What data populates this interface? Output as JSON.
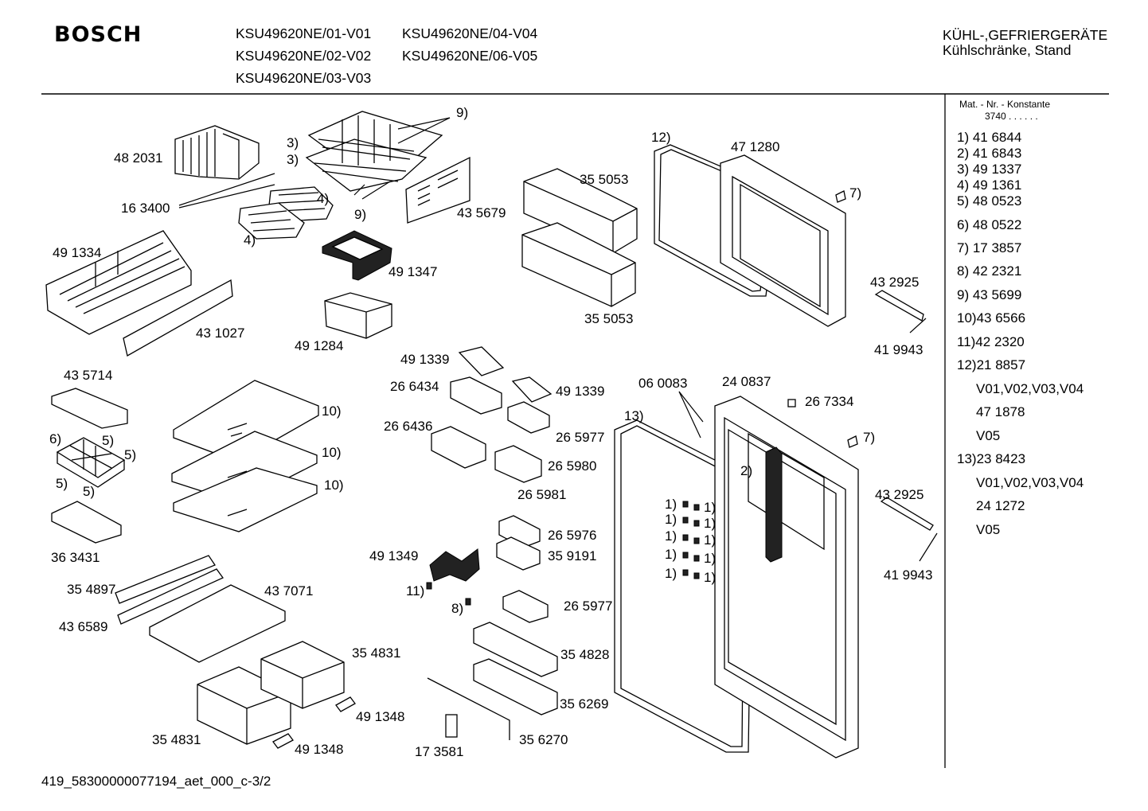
{
  "header": {
    "brand": "BOSCH",
    "models": [
      "KSU49620NE/01-V01",
      "KSU49620NE/04-V04",
      "KSU49620NE/02-V02",
      "KSU49620NE/06-V05",
      "KSU49620NE/03-V03"
    ],
    "category_line1": "KÜHL-,GEFRIERGERÄTE",
    "category_line2": "Kühlschränke, Stand"
  },
  "footer": {
    "code": "419_58300000077194_aet_000_c-3/2"
  },
  "legend": {
    "heading": "Mat. - Nr. - Konstante",
    "constant": "3740 . . . . . .",
    "entries": [
      "1) 41 6844",
      "2) 41 6843",
      "3) 49 1337",
      "4) 49 1361",
      "5) 48 0523",
      "6) 48 0522",
      "7) 17 3857",
      "8) 42 2321",
      "9) 43 5699",
      "10)43 6566",
      "11)42 2320",
      "12)21 8857",
      "V01,V02,V03,V04",
      "47 1878",
      "V05",
      "13)23 8423",
      "V01,V02,V03,V04",
      "24 1272",
      "V05"
    ]
  },
  "part_labels": [
    "48 2031",
    "3)",
    "3)",
    "9)",
    "9)",
    "16 3400",
    "4)",
    "4)",
    "43 5679",
    "35 5053",
    "12)",
    "47 1280",
    "7)",
    "49 1334",
    "49 1347",
    "35 5053",
    "43 2925",
    "43 1027",
    "49 1284",
    "41 9943",
    "43 5714",
    "49 1339",
    "26 6434",
    "49 1339",
    "06 0083",
    "24 0837",
    "26 7334",
    "13)",
    "10)",
    "6)",
    "5)",
    "5)",
    "26 6436",
    "26 5977",
    "7)",
    "10)",
    "26 5980",
    "2)",
    "5)",
    "5)",
    "10)",
    "26 5981",
    "43 2925",
    "1)",
    "1)",
    "1)",
    "1)",
    "1)",
    "1)",
    "1)",
    "1)",
    "1)",
    "1)",
    "26 5976",
    "36 3431",
    "49 1349",
    "35 9191",
    "41 9943",
    "35 4897",
    "43 7071",
    "11)",
    "8)",
    "26 5977",
    "43 6589",
    "35 4831",
    "35 4828",
    "35 6269",
    "49 1348",
    "35 4831",
    "49 1348",
    "35 6270",
    "17 3581"
  ]
}
